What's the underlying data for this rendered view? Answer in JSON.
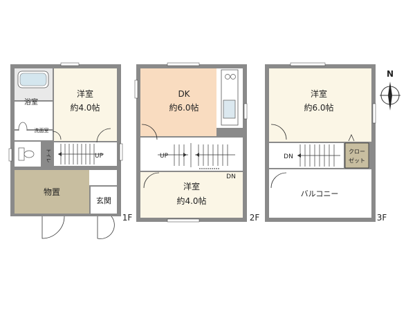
{
  "floors": [
    {
      "label": "1F",
      "rooms": [
        {
          "key": "yousitsu",
          "name": "洋室",
          "size": "約4.0帖"
        },
        {
          "key": "yokushitsu",
          "name": "浴室"
        },
        {
          "key": "senmen",
          "name": "洗面室"
        },
        {
          "key": "toilet",
          "name": "トイレ"
        },
        {
          "key": "monooki",
          "name": "物置"
        },
        {
          "key": "genkan",
          "name": "玄関"
        }
      ],
      "stairs": [
        "UP"
      ]
    },
    {
      "label": "2F",
      "rooms": [
        {
          "key": "dk",
          "name": "DK",
          "size": "約6.0帖"
        },
        {
          "key": "yousitsu",
          "name": "洋室",
          "size": "約4.0帖"
        }
      ],
      "stairs": [
        "UP",
        "DN"
      ]
    },
    {
      "label": "3F",
      "rooms": [
        {
          "key": "yousitsu",
          "name": "洋室",
          "size": "約6.0帖"
        },
        {
          "key": "closet",
          "name": "クロー\nゼット"
        },
        {
          "key": "balcony",
          "name": "バルコニー"
        }
      ],
      "stairs": [
        "DN"
      ]
    }
  ],
  "compass": {
    "label": "N",
    "icon": "north-arrow-icon"
  },
  "colors": {
    "wall": "#8a8a8a",
    "western_room": "#fbf6e6",
    "dk": "#f9dcc0",
    "storage": "#c8bea0",
    "closet": "#c8bea0",
    "wet_area": "#e8e8e8"
  }
}
